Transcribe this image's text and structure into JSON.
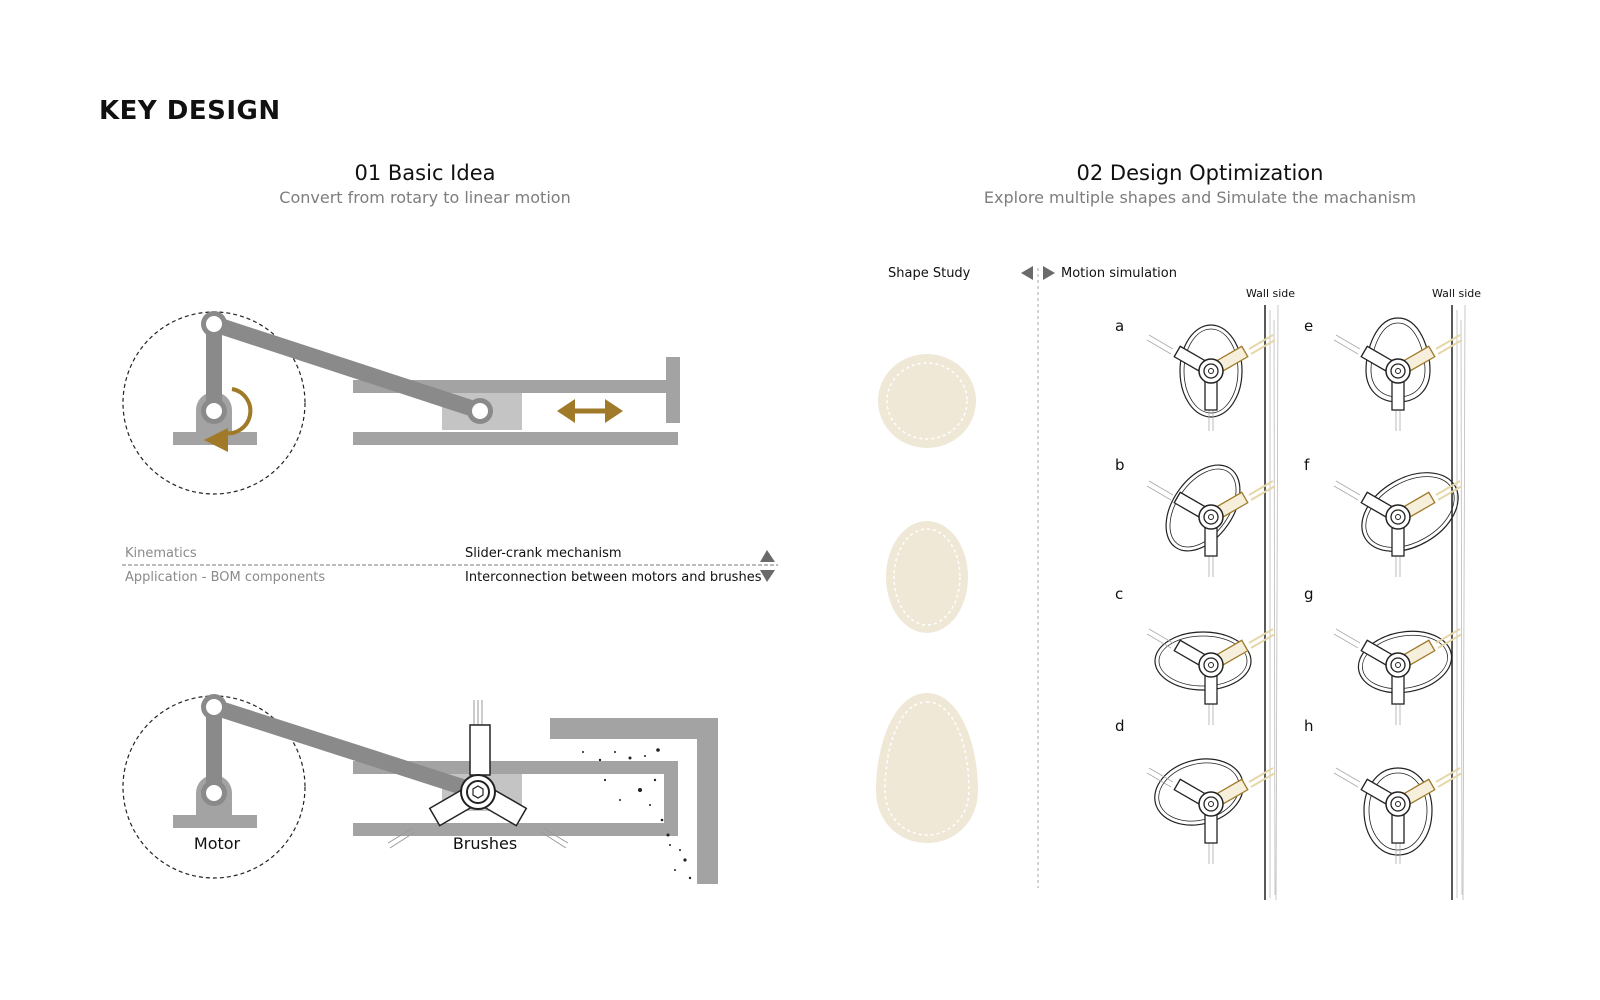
{
  "page_title": "KEY DESIGN",
  "section1": {
    "title": "01 Basic Idea",
    "subtitle": "Convert from rotary to linear motion",
    "table": {
      "rows": [
        {
          "left": "Kinematics",
          "right": "Slider-crank mechanism"
        },
        {
          "left": "Application - BOM components",
          "right": "Interconnection between motors and brushes"
        }
      ]
    },
    "labels": {
      "motor": "Motor",
      "brushes": "Brushes"
    }
  },
  "section2": {
    "title": "02 Design Optimization",
    "subtitle": "Explore multiple shapes and Simulate the machanism",
    "shape_study_label": "Shape Study",
    "motion_label": "Motion simulation",
    "wall_label": "Wall side",
    "left_column_letters": [
      "a",
      "b",
      "c",
      "d"
    ],
    "right_column_letters": [
      "e",
      "f",
      "g",
      "h"
    ]
  },
  "colors": {
    "accent": "#a07a28",
    "link": "#8a8a8a",
    "rail": "#a3a3a3",
    "shape": "#efe8d6"
  }
}
